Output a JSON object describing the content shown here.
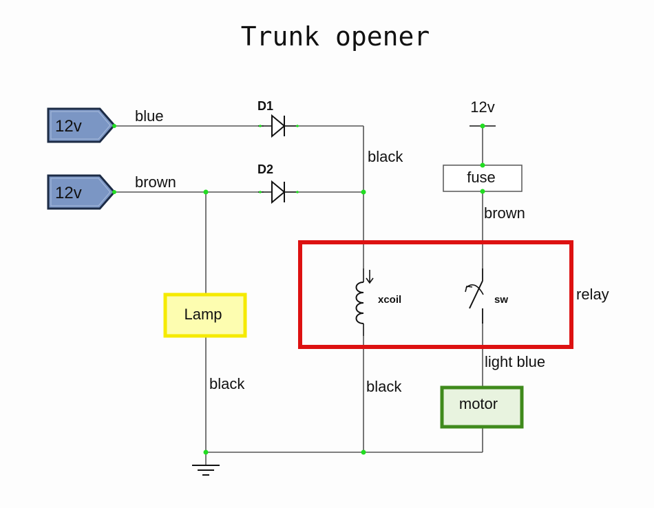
{
  "title": "Trunk opener",
  "sources": [
    {
      "label": "12v",
      "wire": "blue"
    },
    {
      "label": "12v",
      "wire": "brown"
    }
  ],
  "diodes": [
    {
      "label": "D1"
    },
    {
      "label": "D2"
    }
  ],
  "supply": {
    "label": "12v"
  },
  "fuse": {
    "label": "fuse"
  },
  "lamp": {
    "label": "Lamp",
    "fill": "#fdfdb0",
    "border": "#f5ea00"
  },
  "motor": {
    "label": "motor",
    "fill": "#e8f3df",
    "border": "#3f8a1c"
  },
  "relay": {
    "label": "relay",
    "border": "#dd1111",
    "coil_label": "xcoil",
    "switch_label": "sw"
  },
  "wire_labels": {
    "diode_out": "black",
    "fuse_out": "brown",
    "lamp_out": "black",
    "coil_out": "black",
    "switch_out": "light blue"
  },
  "colors": {
    "source_fill": "#7b96c4",
    "source_border": "#1c2b45",
    "node": "#22dd22"
  }
}
